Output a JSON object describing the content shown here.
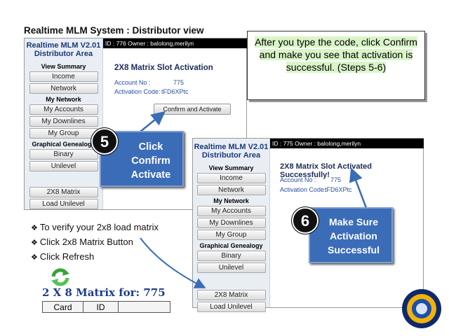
{
  "slide": {
    "title": "Realtime MLM System : Distributor view",
    "note": "After you type the code, click Confirm and make you see that activation is successful. (Steps 5-6)"
  },
  "panel1": {
    "header_line1": "Realtime MLM V2.01",
    "header_line2": "Distributor Area",
    "topbar": "ID : 776 Owner : balolong,merilyn",
    "sections": {
      "summary": "View Summary",
      "network": "My Network",
      "genealogy": "Graphical Genealogy"
    },
    "buttons": {
      "income": "Income",
      "network": "Network",
      "accounts": "My Accounts",
      "downlines": "My Downlines",
      "group": "My Group",
      "binary": "Binary",
      "unilevel": "Unilevel",
      "matrix": "2X8 Matrix",
      "load_unilevel": "Load Unilevel"
    },
    "page_title": "2X8 Matrix Slot Activation",
    "account_label": "Account No :",
    "account_value": "775",
    "activation_label": "Activation Code:",
    "activation_value": "tFD6XPtc",
    "confirm_label": "Confirm and Activate"
  },
  "panel2": {
    "header_line1": "Realtime MLM V2.01",
    "header_line2": "Distributor Area",
    "topbar": "ID : 775 Owner : balolong,merilyn",
    "sections": {
      "summary": "View Summary",
      "network": "My Network",
      "genealogy": "Graphical Genealogy"
    },
    "buttons": {
      "income": "Income",
      "network": "Network",
      "accounts": "My Accounts",
      "downlines": "My Downlines",
      "group": "My Group",
      "binary": "Binary",
      "unilevel": "Unilevel",
      "matrix": "2X8 Matrix",
      "load_unilevel": "Load Unilevel"
    },
    "page_title": "2X8 Matrix Slot Activated Successfully!",
    "account_label": "Account No :",
    "account_value": "775",
    "activation_label": "Activation Code:",
    "activation_value": "tFD6XPtc"
  },
  "callout5": {
    "number": "5",
    "text": "Click Confirm Activate"
  },
  "callout6": {
    "number": "6",
    "text": "Make Sure Activation Successful"
  },
  "bullets": [
    "To verify your 2x8 load matrix",
    "Click 2x8 Matrix Button",
    "Click Refresh"
  ],
  "matrix_view": {
    "label": "2 X 8 Matrix for: 775",
    "columns": [
      "Card",
      "ID"
    ]
  },
  "colors": {
    "callout_blue": "#3b6cb8",
    "arrow_blue": "#3b6cb8",
    "note_highlight": "#d9f5c8",
    "title_navy": "#1a2b5a"
  }
}
